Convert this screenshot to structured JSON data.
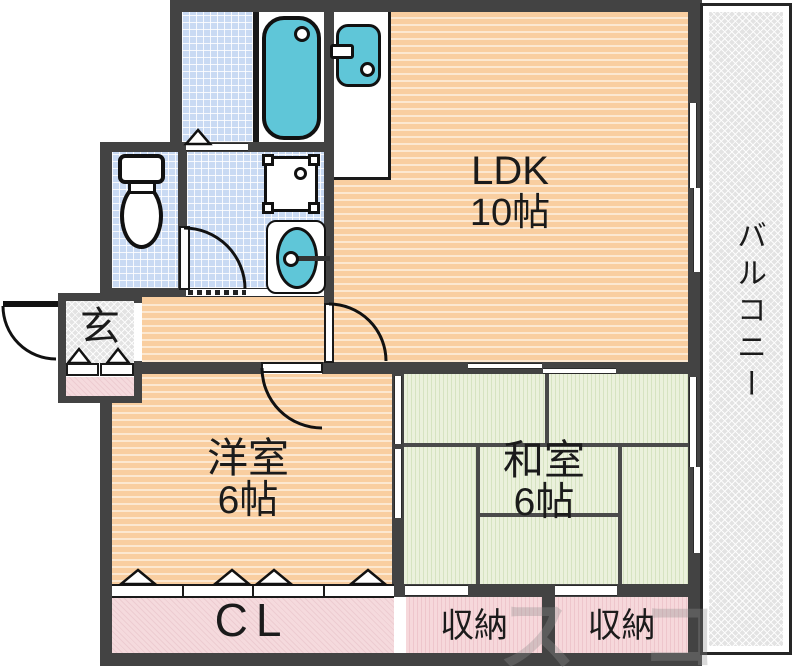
{
  "rooms": {
    "ldk": {
      "label": "LDK",
      "size": "10帖"
    },
    "western_room": {
      "label": "洋室",
      "size": "6帖"
    },
    "japanese_room": {
      "label": "和室",
      "size": "6帖"
    },
    "balcony": {
      "label": "バルコニー"
    },
    "closet": {
      "label": "CL"
    },
    "storage_left": {
      "label": "収納"
    },
    "storage_right": {
      "label": "収納"
    },
    "entrance": {
      "label": "玄"
    }
  },
  "fixtures": [
    "bathtub",
    "kitchen-sink",
    "toilet",
    "washing-machine-pan",
    "washbasin"
  ],
  "watermark": {
    "text": "スコ"
  },
  "colors": {
    "wall": "#434343",
    "floor_orange": "#f9cea0",
    "floor_stripe": "#fce8d1",
    "tatami_green": "#ebf1dc",
    "tatami_stripe": "#d6e3c1",
    "tile_blue": "#c9daf3",
    "fixture_cyan": "#5fc6d8",
    "storage_pink": "#f6d8db",
    "hatch_gray": "#e3e3e3",
    "text": "#1b1b1b"
  }
}
